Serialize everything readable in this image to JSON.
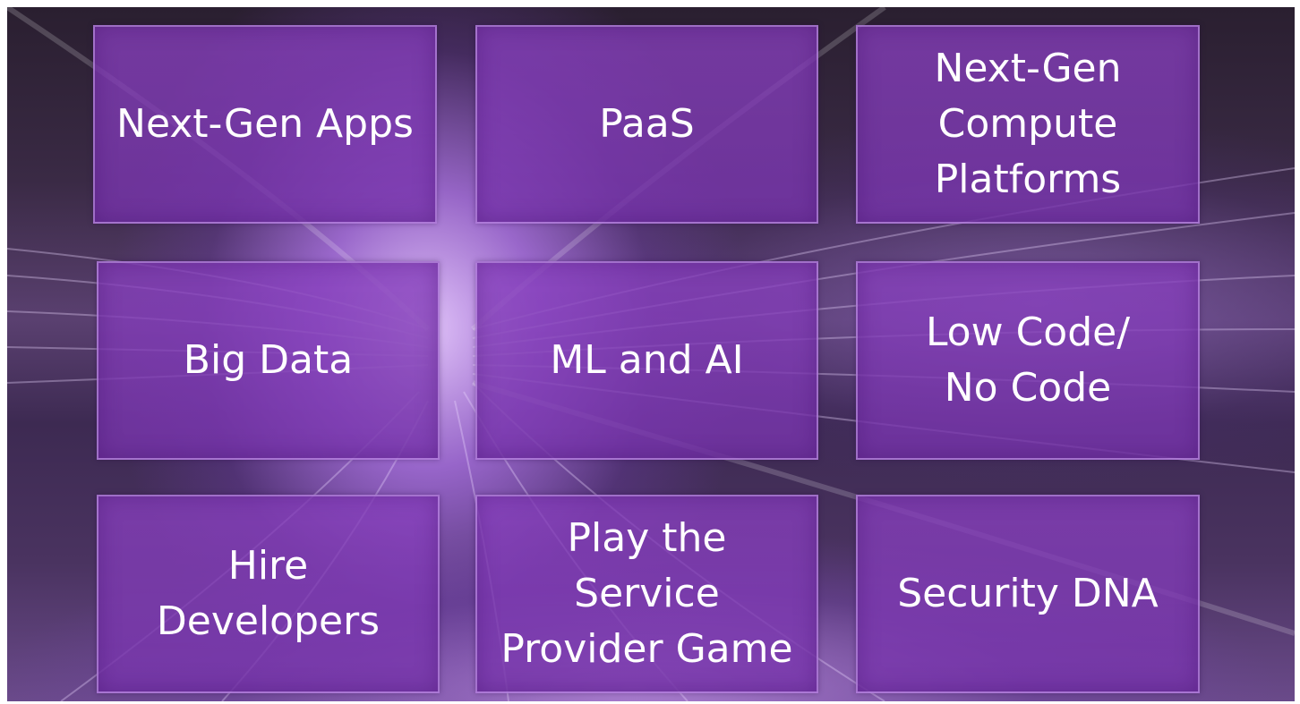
{
  "tiles": [
    {
      "label": "Next-Gen Apps"
    },
    {
      "label": "PaaS"
    },
    {
      "label": "Next-Gen\nCompute\nPlatforms"
    },
    {
      "label": "Big Data"
    },
    {
      "label": "ML and AI"
    },
    {
      "label": "Low Code/\nNo Code"
    },
    {
      "label": "Hire\nDevelopers"
    },
    {
      "label": "Play the\nService\nProvider Game"
    },
    {
      "label": "Security DNA"
    }
  ],
  "colors": {
    "tile_fill": "#8840BE",
    "tile_border": "#C8A0EB",
    "text": "#FFFFFF"
  }
}
